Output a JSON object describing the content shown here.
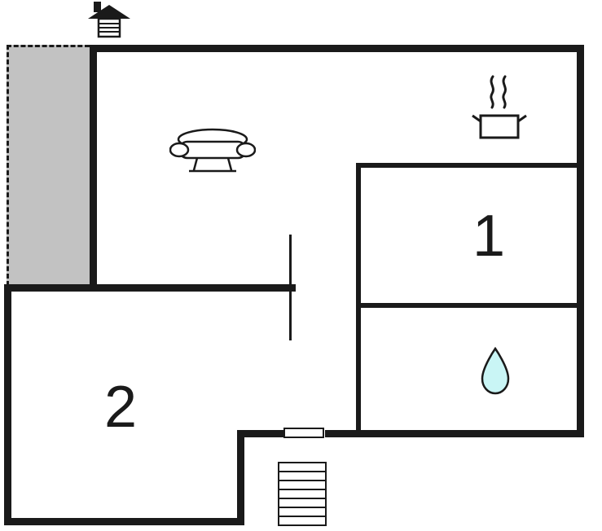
{
  "floorplan": {
    "background": "#ffffff",
    "wall_color": "#1a1a1a",
    "terrace_fill": "#c2c2c2",
    "water_drop_fill": "#c9f5f5",
    "rooms": {
      "bedroom1": {
        "label": "1"
      },
      "bedroom2": {
        "label": "2"
      }
    },
    "icons": {
      "house": "house-icon",
      "sofa": "sofa-icon",
      "pot": "cooking-pot-icon",
      "drop": "water-drop-icon",
      "stairs": "stairs-icon",
      "door": "door-opening"
    }
  }
}
